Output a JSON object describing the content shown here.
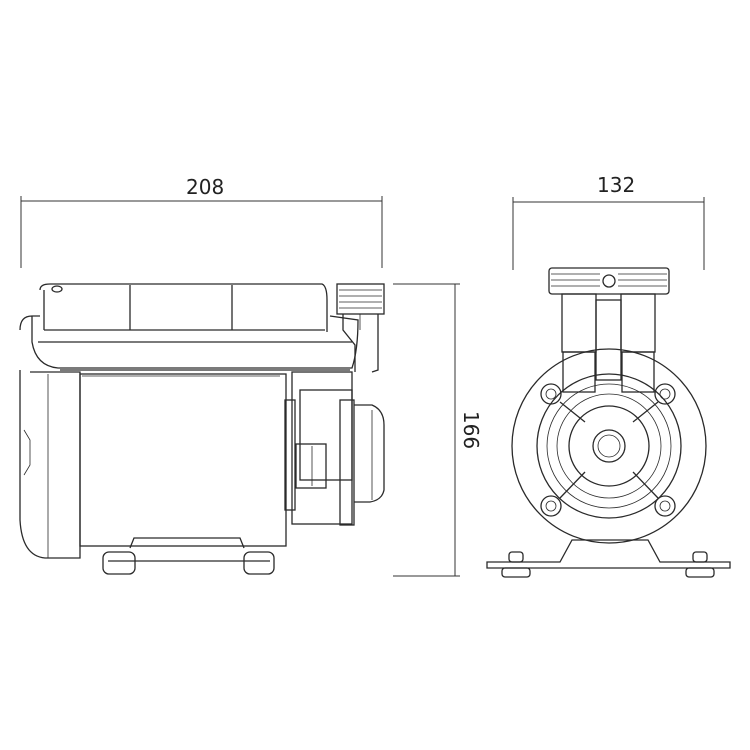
{
  "dimensions": {
    "length": "208",
    "width": "132",
    "height": "166"
  },
  "colors": {
    "line": "#2a2a2a",
    "background": "#ffffff"
  }
}
